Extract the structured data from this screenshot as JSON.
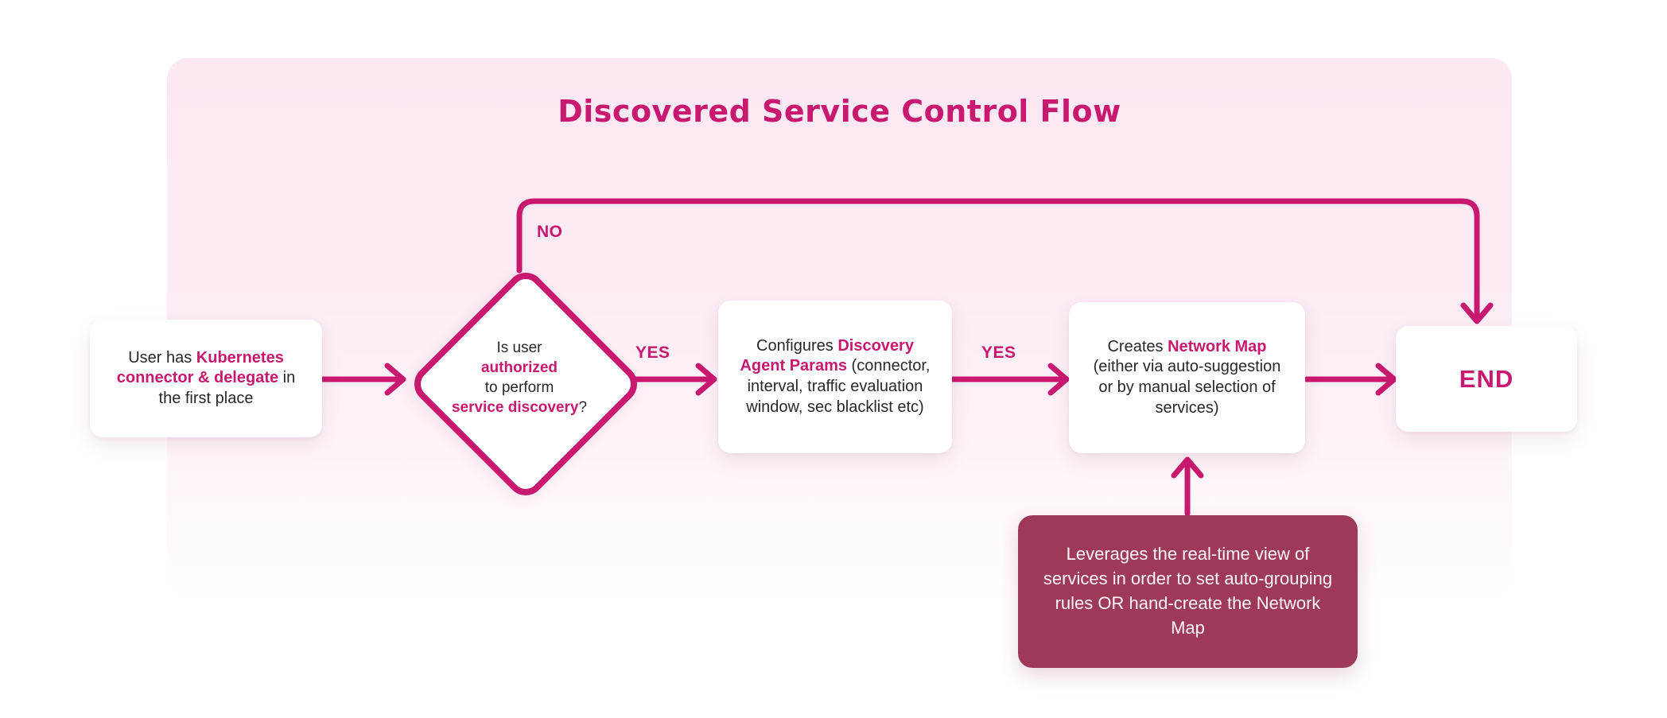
{
  "title": "Discovered Service Control Flow",
  "colors": {
    "accent": "#c9186f",
    "panel_pink": "#fce8f3",
    "note_background": "#9e3a57",
    "node_background": "#ffffff",
    "body_text": "#28282c"
  },
  "nodes": {
    "start": {
      "pre": "User has ",
      "accent": "Kubernetes connector & delegate",
      "post": " in the first place"
    },
    "decision": {
      "line1": "Is user",
      "line2_accent": "authorized",
      "line3": "to perform",
      "line4_accent": "service discovery",
      "line4_suffix": "?"
    },
    "configure": {
      "pre": "Configures ",
      "accent": "Discovery Agent Params",
      "post": " (connector, interval, traffic evaluation window, sec blacklist etc)"
    },
    "create": {
      "pre": "Creates ",
      "accent": "Network Map",
      "post": " (either via auto-suggestion or by manual selection of services)"
    },
    "end": {
      "label": "END"
    },
    "note": {
      "text": "Leverages the real-time view of services in order to set auto-grouping rules OR hand-create the Network Map"
    }
  },
  "edges": {
    "no_label": "NO",
    "yes1_label": "YES",
    "yes2_label": "YES"
  }
}
